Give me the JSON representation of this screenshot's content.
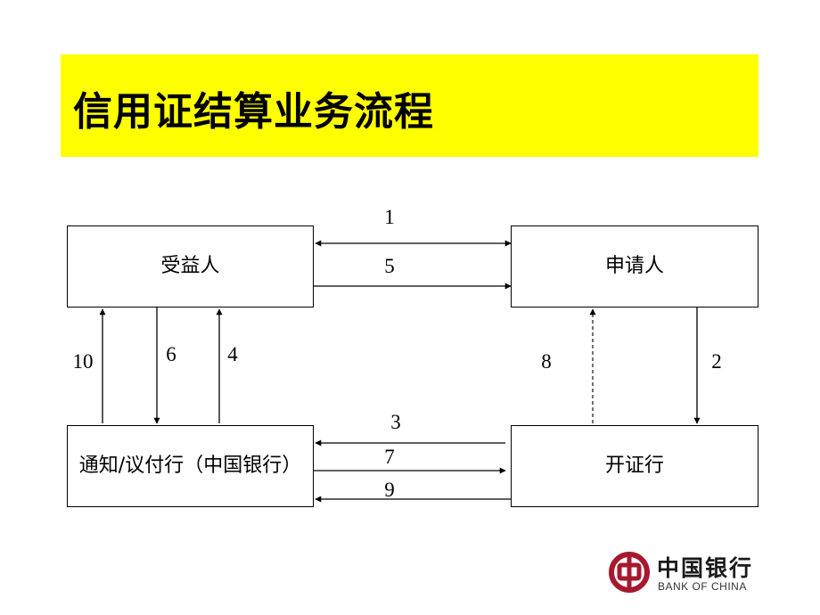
{
  "title": "信用证结算业务流程",
  "nodes": {
    "beneficiary": "受益人",
    "applicant": "申请人",
    "advising_bank": "通知/议付行（中国银行）",
    "issuing_bank": "开证行"
  },
  "steps": {
    "s1": "1",
    "s2": "2",
    "s3": "3",
    "s4": "4",
    "s5": "5",
    "s6": "6",
    "s7": "7",
    "s8": "8",
    "s9": "9",
    "s10": "10"
  },
  "logo": {
    "name_cn": "中国银行",
    "name_en": "BANK OF CHINA",
    "color": "#a6192e"
  }
}
